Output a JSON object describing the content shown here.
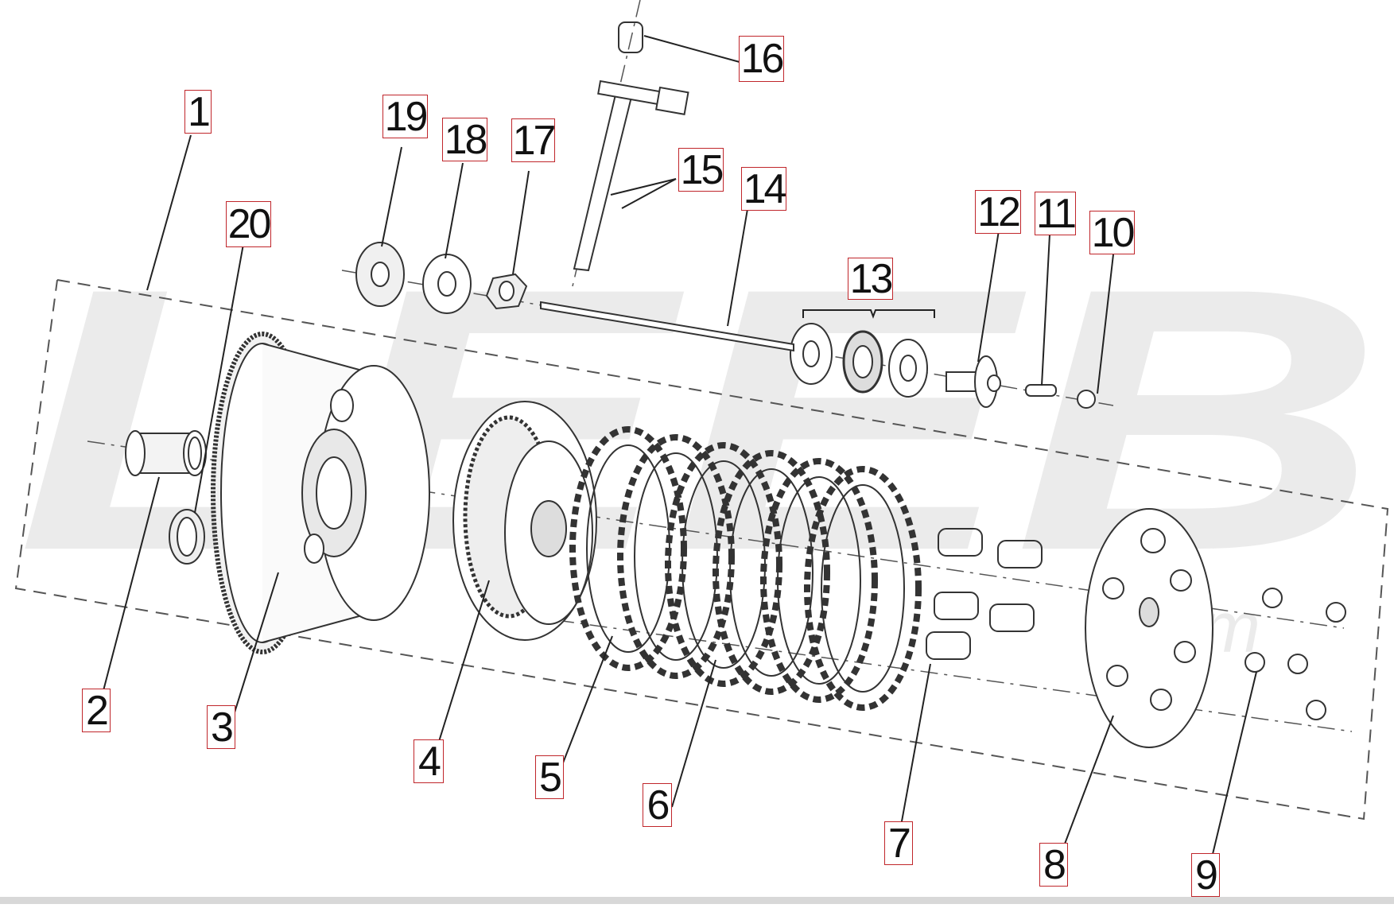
{
  "diagram": {
    "watermark_text": "LEEB",
    "watermark_suffix": ".com",
    "callouts": [
      {
        "id": "1",
        "label": "1"
      },
      {
        "id": "2",
        "label": "2"
      },
      {
        "id": "3",
        "label": "3"
      },
      {
        "id": "4",
        "label": "4"
      },
      {
        "id": "5",
        "label": "5"
      },
      {
        "id": "6",
        "label": "6"
      },
      {
        "id": "7",
        "label": "7"
      },
      {
        "id": "8",
        "label": "8"
      },
      {
        "id": "9",
        "label": "9"
      },
      {
        "id": "10",
        "label": "10"
      },
      {
        "id": "11",
        "label": "11"
      },
      {
        "id": "12",
        "label": "12"
      },
      {
        "id": "13",
        "label": "13"
      },
      {
        "id": "14",
        "label": "14"
      },
      {
        "id": "15",
        "label": "15"
      },
      {
        "id": "16",
        "label": "16"
      },
      {
        "id": "17",
        "label": "17"
      },
      {
        "id": "18",
        "label": "18"
      },
      {
        "id": "19",
        "label": "19"
      },
      {
        "id": "20",
        "label": "20"
      }
    ]
  },
  "colors": {
    "callout_border": "#c0262b",
    "line": "#333333",
    "watermark": "#ebebeb"
  }
}
